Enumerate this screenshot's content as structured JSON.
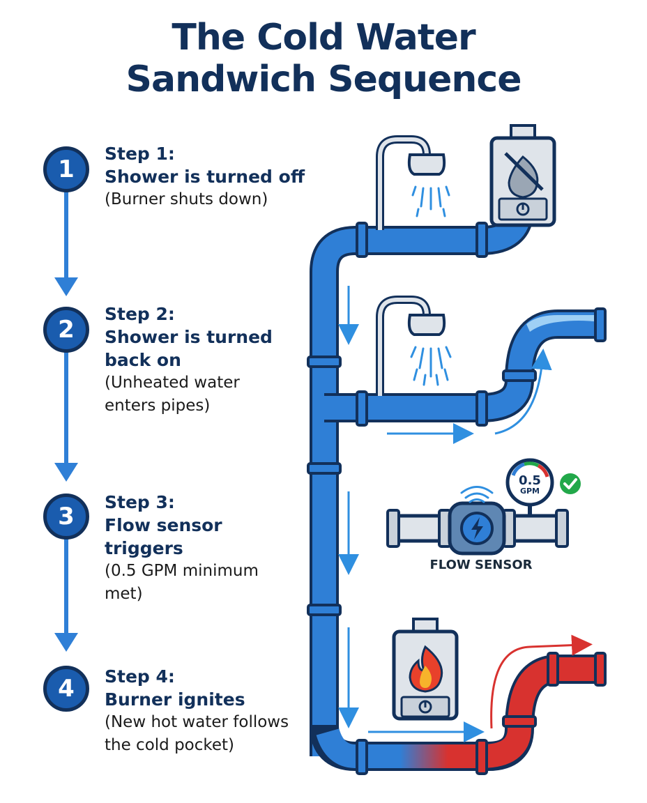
{
  "title_line1": "The Cold Water",
  "title_line2": "Sandwich Sequence",
  "steps": [
    {
      "number": "1",
      "heading": "Step 1:",
      "main": "Shower is turned off",
      "note": "(Burner shuts down)"
    },
    {
      "number": "2",
      "heading": "Step 2:",
      "main": "Shower is turned back on",
      "note": "(Unheated water enters pipes)"
    },
    {
      "number": "3",
      "heading": "Step 3:",
      "main": "Flow sensor triggers",
      "note": "(0.5 GPM minimum met)"
    },
    {
      "number": "4",
      "heading": "Step 4:",
      "main": "Burner ignites",
      "note": "(New hot water follows the cold pocket)"
    }
  ],
  "sensor": {
    "label": "FLOW SENSOR",
    "gauge_value": "0.5",
    "gauge_unit": "GPM"
  },
  "colors": {
    "title": "#12305a",
    "pipe_blue": "#2f7fd6",
    "pipe_outline": "#12305a",
    "hot_red": "#d8322f",
    "arrow_blue": "#2f8fe0",
    "check_green": "#22a84a"
  },
  "icons": [
    "shower-head-icon",
    "water-heater-off-icon",
    "water-heater-on-icon",
    "flame-icon",
    "lightning-icon",
    "wifi-signal-icon",
    "checkmark-icon"
  ]
}
